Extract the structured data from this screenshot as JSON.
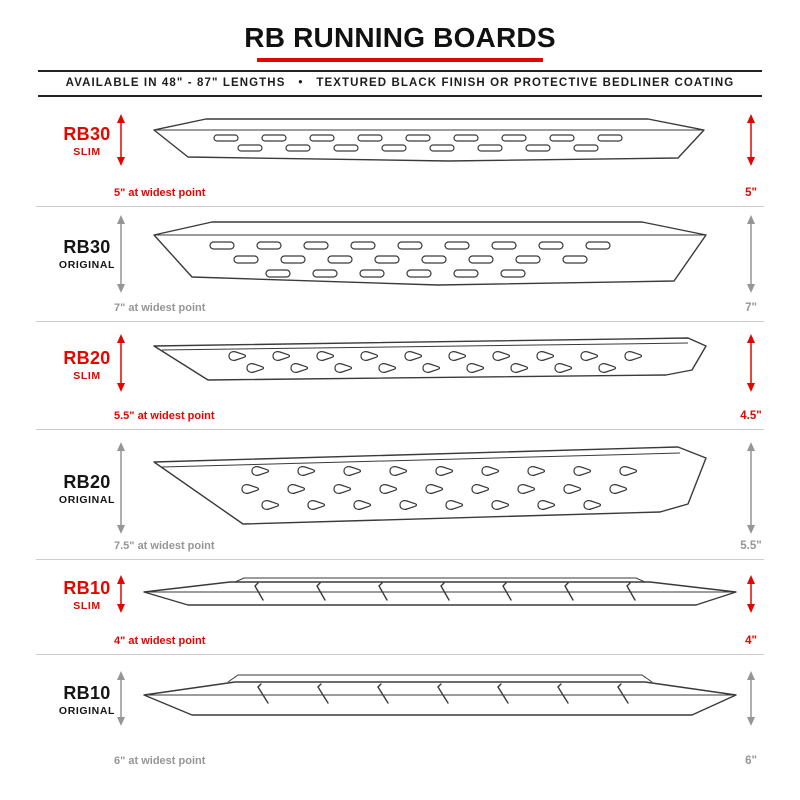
{
  "header": {
    "title": "RB RUNNING BOARDS",
    "subtitle": "AVAILABLE IN 48\" - 87\" LENGTHS   •   TEXTURED BLACK FINISH OR PROTECTIVE BEDLINER COATING"
  },
  "colors": {
    "accent_red": "#e10600",
    "measure_gray": "#969696",
    "ink": "#1b1b1b"
  },
  "rows": [
    {
      "model": "RB30",
      "variant": "SLIM",
      "style": "slim",
      "width_label": "5\" at widest point",
      "height_label": "5\""
    },
    {
      "model": "RB30",
      "variant": "ORIGINAL",
      "style": "original",
      "width_label": "7\" at widest point",
      "height_label": "7\""
    },
    {
      "model": "RB20",
      "variant": "SLIM",
      "style": "slim",
      "width_label": "5.5\" at widest point",
      "height_label": "4.5\""
    },
    {
      "model": "RB20",
      "variant": "ORIGINAL",
      "style": "original",
      "width_label": "7.5\" at widest point",
      "height_label": "5.5\""
    },
    {
      "model": "RB10",
      "variant": "SLIM",
      "style": "slim",
      "width_label": "4\" at widest point",
      "height_label": "4\""
    },
    {
      "model": "RB10",
      "variant": "ORIGINAL",
      "style": "original",
      "width_label": "6\" at widest point",
      "height_label": "6\""
    }
  ]
}
